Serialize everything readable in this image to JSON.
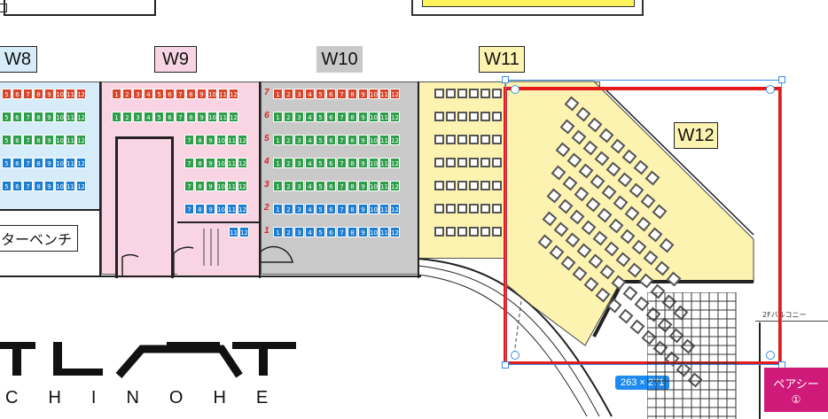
{
  "zones": [
    {
      "id": "w8",
      "label": "W8",
      "bg": "#d6ecf8"
    },
    {
      "id": "w9",
      "label": "W9",
      "bg": "#f9d5e4"
    },
    {
      "id": "w10",
      "label": "W10",
      "bg": "#c9c9c9"
    },
    {
      "id": "w11",
      "label": "W11",
      "bg": "#fdf3b0"
    },
    {
      "id": "w12",
      "label": "W12",
      "bg": "#fdf3b0"
    }
  ],
  "seat_numbers": [
    "1",
    "2",
    "3",
    "4",
    "5",
    "6",
    "7",
    "8",
    "9",
    "10",
    "11",
    "12"
  ],
  "row_numbers": [
    "7",
    "6",
    "5",
    "4",
    "3",
    "2",
    "1"
  ],
  "bench_label": "ターベンチ",
  "logo_letters": "CHINOHE",
  "balcony_label": "2Fバルコニー",
  "selection": {
    "dimensions": "263 × 271"
  },
  "pair_seat": {
    "label": "ペアシー",
    "badge": "①"
  },
  "colors": {
    "red_seat": "#d9452b",
    "green_seat": "#2e9e4a",
    "blue_seat": "#1d7dd1",
    "selection": "#e31b1b",
    "handle": "#3a8ee6",
    "pair": "#d01a79"
  }
}
